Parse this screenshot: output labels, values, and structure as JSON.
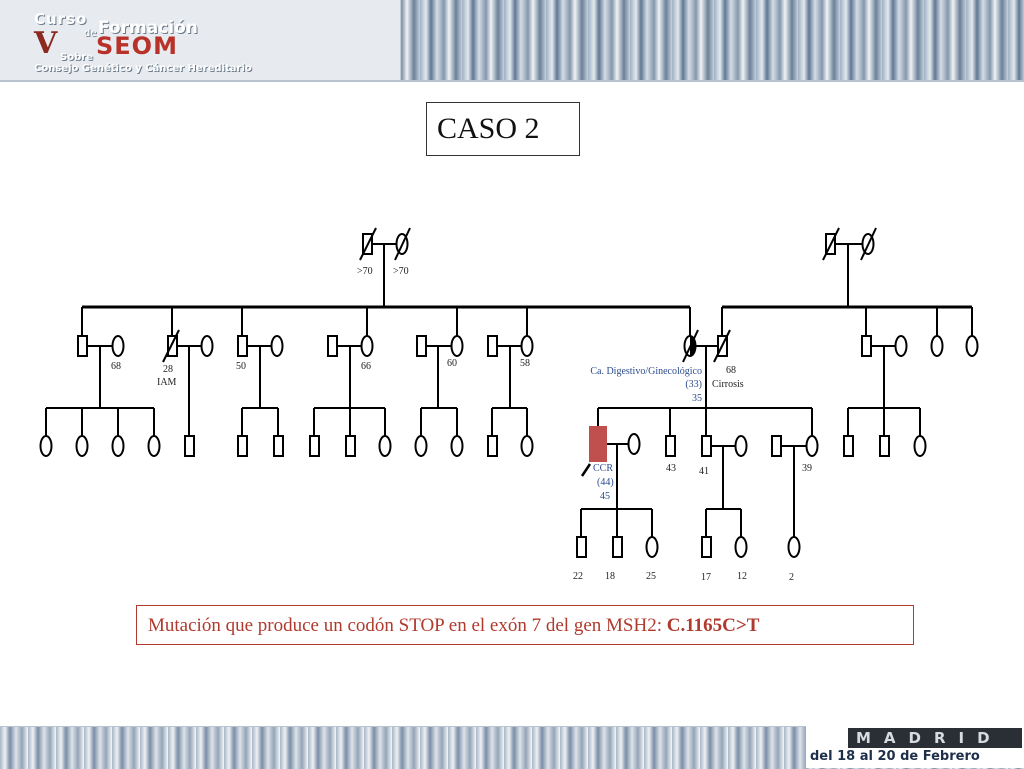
{
  "header": {
    "logo_curso": "Curso",
    "logo_de": "de",
    "logo_formacion": "Formación",
    "logo_roman": "V",
    "logo_seom": "SEOM",
    "logo_sobre": "Sobre",
    "logo_subtitle": "Consejo Genético y Cáncer Hereditario"
  },
  "title": "CASO 2",
  "pedigree": {
    "age_gp_left_male": ">70",
    "age_gp_left_female": ">70",
    "age_uncle_1": "68",
    "age_uncle_2": "28",
    "note_uncle_2": "IAM",
    "age_uncle_3": "50",
    "age_aunt_4": "66",
    "age_aunt_5": "60",
    "age_aunt_6": "58",
    "mother_diagnosis": "Ca. Digestivo/Ginecológico",
    "mother_age_diagnosis": "(33)",
    "mother_age": "35",
    "father_age": "68",
    "father_note": "Cirrosis",
    "proband_diagnosis": "CCR",
    "proband_age_diagnosis": "(44)",
    "proband_age": "45",
    "age_sib_2": "43",
    "age_sib_3": "41",
    "age_sib_4_spouse": "39",
    "age_gc_1": "22",
    "age_gc_2": "18",
    "age_gc_3": "25",
    "age_gc_4": "17",
    "age_gc_5": "12",
    "age_gc_6": "2",
    "affected_color": "#c0504d"
  },
  "mutation": {
    "text": "Mutación que produce un codón STOP en el exón 7 del gen MSH2: ",
    "code": "C.1165C>T"
  },
  "footer": {
    "city": "MADRID",
    "dates": "del 18 al 20 de Febrero"
  }
}
